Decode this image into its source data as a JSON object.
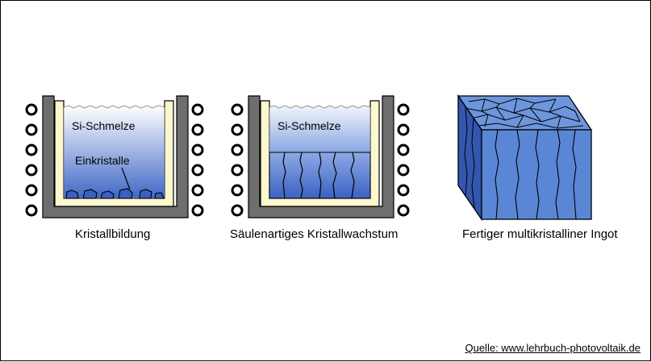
{
  "panels": [
    {
      "caption": "Kristallbildung",
      "labels": {
        "melt": "Si-Schmelze",
        "crystals": "Einkristalle"
      }
    },
    {
      "caption": "Säulenartiges  Kristallwachstum",
      "labels": {
        "melt": "Si-Schmelze"
      }
    },
    {
      "caption": "Fertiger multikristalliner  Ingot"
    }
  ],
  "source": "Quelle: www.lehrbuch-photovoltaik.de",
  "colors": {
    "crucible_wall": "#6e6e6e",
    "liner": "#fbf7cf",
    "melt_top": "#ffffff",
    "melt_bottom": "#3f68c6",
    "crystal": "#3a60c0",
    "ingot_front": "#5a86d6",
    "ingot_side": "#3456b0",
    "ingot_top": "#6e96dc",
    "coil": "#000000"
  },
  "icons": [
    "induction-coil-icon"
  ]
}
